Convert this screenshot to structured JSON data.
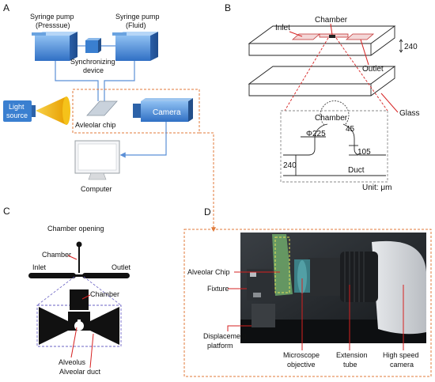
{
  "panels": {
    "a": "A",
    "b": "B",
    "c": "C",
    "d": "D"
  },
  "panel_a": {
    "pump_pressure_line1": "Syringe pump",
    "pump_pressure_line2": "(Presssue)",
    "pump_fluid_line1": "Syringe pump",
    "pump_fluid_line2": "(Fluid)",
    "sync_line1": "Synchronizing",
    "sync_line2": "device",
    "light_line1": "Light",
    "light_line2": "source",
    "chip": "Avleolar chip",
    "camera": "Camera",
    "computer": "Computer"
  },
  "panel_b": {
    "inlet": "Inlet",
    "chamber": "Chamber",
    "outlet": "Outlet",
    "glass": "Glass",
    "thickness": "240",
    "detail_chamber": "Chamber",
    "diameter": "Φ225",
    "opening": "45",
    "depth": "105",
    "duct_width": "240",
    "duct": "Duct",
    "unit": "Unit: μm"
  },
  "panel_c": {
    "chamber_opening": "Chamber opening",
    "chamber": "Chamber",
    "inlet": "Inlet",
    "outlet": "Outlet",
    "chamber2": "Chamber",
    "alveolus": "Alveolus",
    "alveolar_duct": "Alveolar duct"
  },
  "panel_d": {
    "alveolar_chip": "Alveolar Chip",
    "fixture": "Fixture",
    "displacement_line1": "Displacement",
    "displacement_line2": "platform",
    "objective_line1": "Microscope",
    "objective_line2": "objective",
    "tube_line1": "Extension",
    "tube_line2": "tube",
    "camera_line1": "High speed",
    "camera_line2": "camera"
  },
  "colors": {
    "device_blue": "#3a7fd0",
    "connector_blue": "#5b8fd6",
    "accent_orange": "#e07a3a",
    "callout_red": "#d62020",
    "lamp_yellow": "#f2b300"
  }
}
